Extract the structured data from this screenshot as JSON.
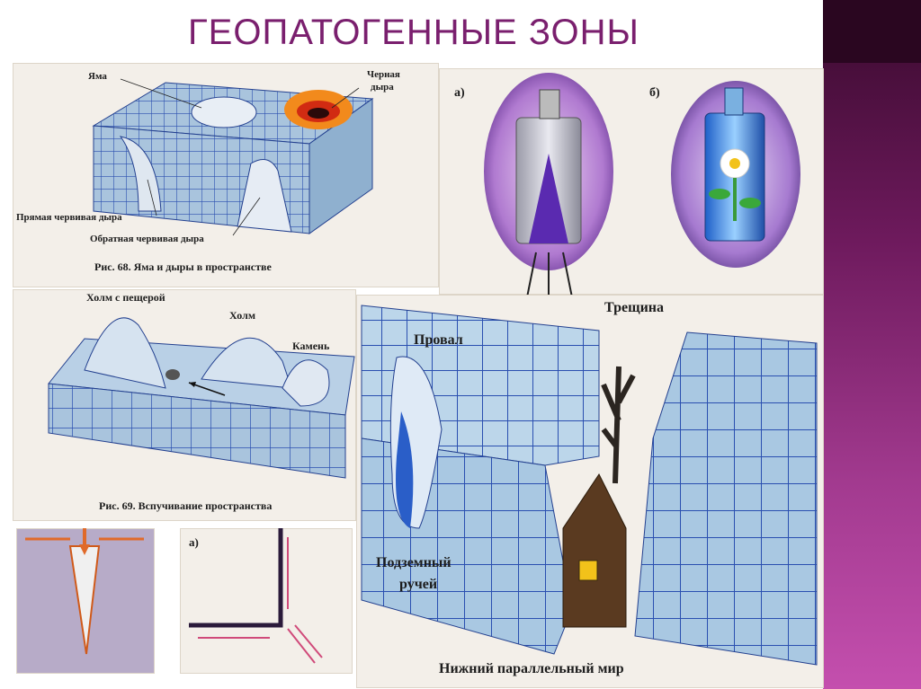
{
  "title": "ГЕОПАТОГЕННЫЕ ЗОНЫ",
  "fig68": {
    "labels": {
      "pit": "Яма",
      "black_hole_1": "Черная",
      "black_hole_2": "дыра",
      "straight_wormhole": "Прямая червивая дыра",
      "reverse_wormhole": "Обратная червивая дыра"
    },
    "caption": "Рис. 68. Яма и дыры в пространстве"
  },
  "fig_ab": {
    "label_a": "а)",
    "label_b": "б)"
  },
  "fig69": {
    "labels": {
      "hill_with_cave": "Холм с пещерой",
      "hill": "Холм",
      "stone": "Камень"
    },
    "caption": "Рис. 69. Вспучивание пространства"
  },
  "fig_bottom": {
    "label_a": "а)"
  },
  "fig_right": {
    "labels": {
      "crack": "Трещина",
      "sinkhole": "Провал",
      "stream_1": "Подземный",
      "stream_2": "ручей",
      "lower_world": "Нижний параллельный мир"
    }
  },
  "colors": {
    "title": "#7a1f6e",
    "grid_face": "#a9c4dd",
    "grid_line": "#2a4fb0",
    "side_band": "#a23a8f"
  }
}
